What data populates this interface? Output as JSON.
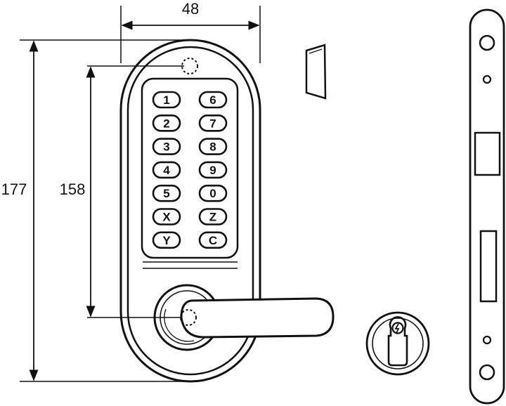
{
  "dimensions": {
    "width": "48",
    "height_total": "177",
    "height_keypad": "158"
  },
  "keypad": {
    "left_column": [
      "1",
      "2",
      "3",
      "4",
      "5",
      "X",
      "Y"
    ],
    "right_column": [
      "6",
      "7",
      "8",
      "9",
      "0",
      "Z",
      "C"
    ]
  },
  "icons": {
    "handle": "lever-handle-icon",
    "cylinder": "euro-cylinder-icon",
    "mortise": "mortise-lock-body-icon",
    "strike": "strike-plate-icon"
  },
  "colors": {
    "line": "#111111",
    "background": "#ffffff"
  }
}
